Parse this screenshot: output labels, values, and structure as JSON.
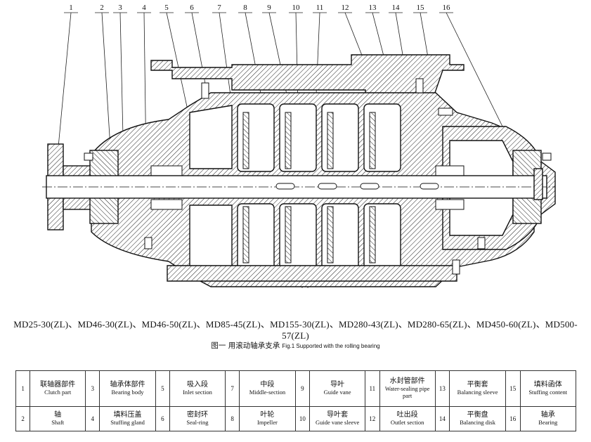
{
  "callouts": [
    "1",
    "2",
    "3",
    "4",
    "5",
    "6",
    "7",
    "8",
    "9",
    "10",
    "11",
    "12",
    "13",
    "14",
    "15",
    "16"
  ],
  "models_line": "MD25-30(ZL)、MD46-30(ZL)、MD46-50(ZL)、MD85-45(ZL)、MD155-30(ZL)、MD280-43(ZL)、MD280-65(ZL)、MD450-60(ZL)、MD500-57(ZL)",
  "caption": {
    "zh": "图一 用滚动轴承支承",
    "en": "Fig.1 Supported with the rolling bearing"
  },
  "parts": [
    {
      "no": "1",
      "zh": "联轴器部件",
      "en": "Clutch part"
    },
    {
      "no": "3",
      "zh": "轴承体部件",
      "en": "Bearing body"
    },
    {
      "no": "5",
      "zh": "吸入段",
      "en": "Inlet section"
    },
    {
      "no": "7",
      "zh": "中段",
      "en": "Middle-section"
    },
    {
      "no": "9",
      "zh": "导叶",
      "en": "Guide vane"
    },
    {
      "no": "11",
      "zh": "水封管部件",
      "en": "Water-sealing pipe part"
    },
    {
      "no": "13",
      "zh": "平衡套",
      "en": "Balancing sleeve"
    },
    {
      "no": "15",
      "zh": "填料函体",
      "en": "Stuffing content"
    },
    {
      "no": "2",
      "zh": "轴",
      "en": "Shaft"
    },
    {
      "no": "4",
      "zh": "填料压盖",
      "en": "Stuffing gland"
    },
    {
      "no": "6",
      "zh": "密封环",
      "en": "Seal-ring"
    },
    {
      "no": "8",
      "zh": "叶轮",
      "en": "Impeller"
    },
    {
      "no": "10",
      "zh": "导叶套",
      "en": "Guide vane sleeve"
    },
    {
      "no": "12",
      "zh": "吐出段",
      "en": "Outlet section"
    },
    {
      "no": "14",
      "zh": "平衡盘",
      "en": "Balancing disk"
    },
    {
      "no": "16",
      "zh": "轴承",
      "en": "Bearing"
    }
  ]
}
